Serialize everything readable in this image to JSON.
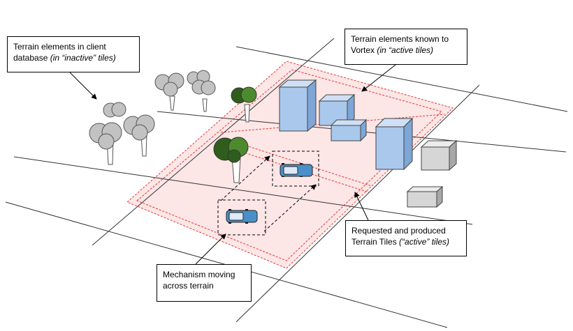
{
  "callouts": {
    "inactive": {
      "line1": "Terrain elements in client",
      "line2_plain": "database ",
      "line2_italic": "(in “inactive” tiles)"
    },
    "vortex": {
      "line1": "Terrain elements known to",
      "line2_plain": "Vortex ",
      "line2_italic": "(in “active tiles)"
    },
    "requested": {
      "line1": "Requested and produced",
      "line2_plain": "Terrain Tiles ",
      "line2_italic": "(“active” tiles)"
    },
    "mechanism": {
      "line1": "Mechanism moving",
      "line2": "across terrain"
    }
  },
  "colors": {
    "tile_fill": "#fce6e6",
    "tile_border": "#e53935",
    "building_front": "#a9c8ec",
    "building_top": "#cfe0f6",
    "building_side": "#7ea6d6",
    "gray_building_front": "#d6d6d6",
    "gray_building_top": "#ececec",
    "gray_building_side": "#a8a8a8",
    "active_tree": "#3a6b22",
    "inactive_tree": "#bdbdbd",
    "vehicle_body": "#4a90c8"
  },
  "icons": [
    "gray-tree-icon",
    "green-tree-icon",
    "building-icon",
    "vehicle-icon"
  ]
}
